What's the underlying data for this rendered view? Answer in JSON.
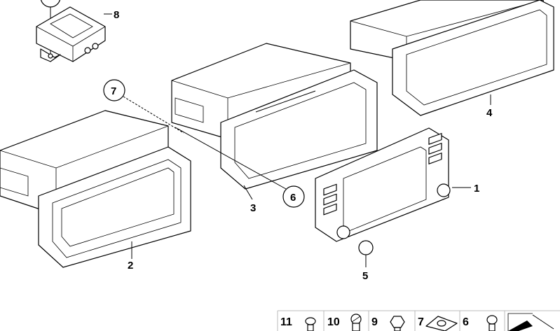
{
  "callouts": {
    "part_8": "8",
    "part_7_circled": "7",
    "part_6_circled": "6",
    "part_3": "3",
    "part_2": "2",
    "part_4": "4",
    "part_1": "1",
    "part_5": "5"
  },
  "legend": {
    "items": [
      {
        "number": "11",
        "icon": "screw-pan-head-icon"
      },
      {
        "number": "10",
        "icon": "screw-slotted-icon"
      },
      {
        "number": "9",
        "icon": "hex-bolt-icon"
      },
      {
        "number": "7",
        "icon": "clip-nut-icon"
      },
      {
        "number": "6",
        "icon": "screw-pan-head-icon"
      }
    ],
    "last_icon": "direction-arrow-icon"
  }
}
